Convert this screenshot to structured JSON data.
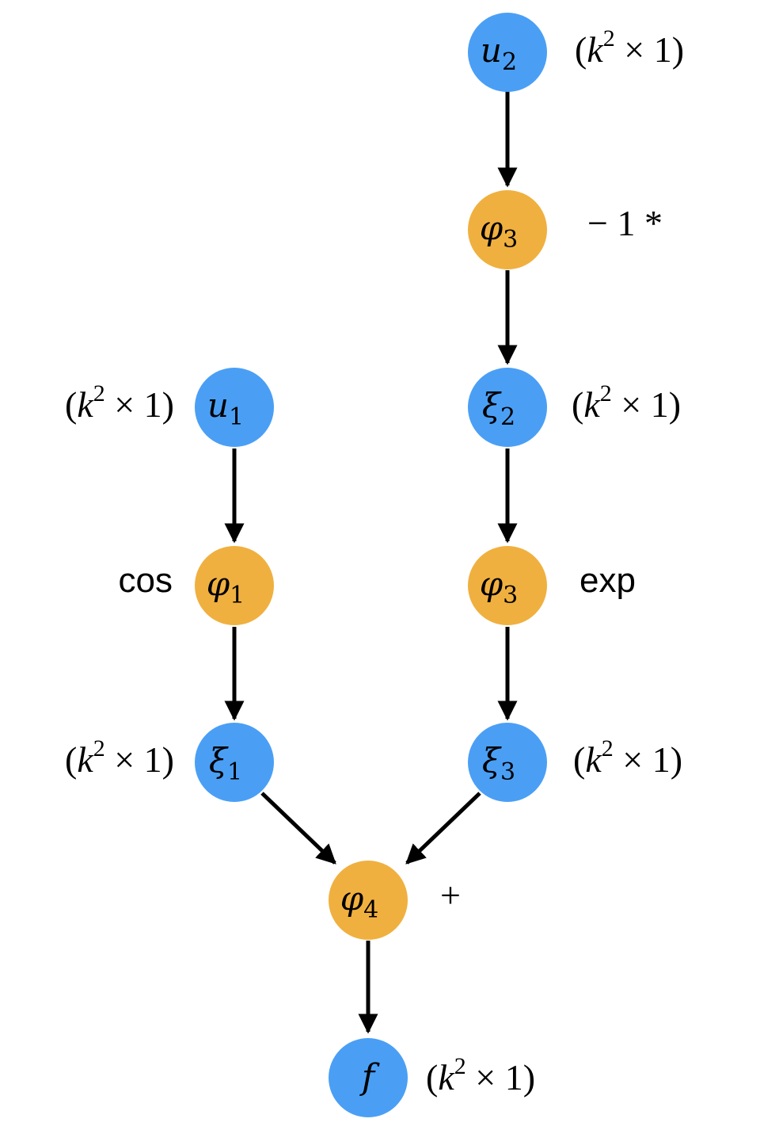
{
  "colors": {
    "variable_node": "#4a9ff5",
    "operation_node": "#f0b03f",
    "edge": "#000000"
  },
  "nodes": {
    "u2": {
      "symbol": "u",
      "subscript": "2",
      "shape": {
        "open": "(",
        "base": "k",
        "exp": "2",
        "rest": " × 1)"
      }
    },
    "phi3_top": {
      "symbol": "φ",
      "subscript": "3",
      "op": "− 1 *"
    },
    "xi2": {
      "symbol": "ξ",
      "subscript": "2",
      "shape": {
        "open": "(",
        "base": "k",
        "exp": "2",
        "rest": " × 1)"
      }
    },
    "u1": {
      "symbol": "u",
      "subscript": "1",
      "shape": {
        "open": "(",
        "base": "k",
        "exp": "2",
        "rest": " × 1)"
      }
    },
    "phi1": {
      "symbol": "φ",
      "subscript": "1",
      "op": "cos"
    },
    "phi3_mid": {
      "symbol": "φ",
      "subscript": "3",
      "op": "exp"
    },
    "xi1": {
      "symbol": "ξ",
      "subscript": "1",
      "shape": {
        "open": "(",
        "base": "k",
        "exp": "2",
        "rest": " × 1)"
      }
    },
    "xi3": {
      "symbol": "ξ",
      "subscript": "3",
      "shape": {
        "open": "(",
        "base": "k",
        "exp": "2",
        "rest": " × 1)"
      }
    },
    "phi4": {
      "symbol": "φ",
      "subscript": "4",
      "op": "+"
    },
    "f": {
      "symbol": "f",
      "subscript": "",
      "shape": {
        "open": "(",
        "base": "k",
        "exp": "2",
        "rest": " × 1)"
      }
    }
  }
}
